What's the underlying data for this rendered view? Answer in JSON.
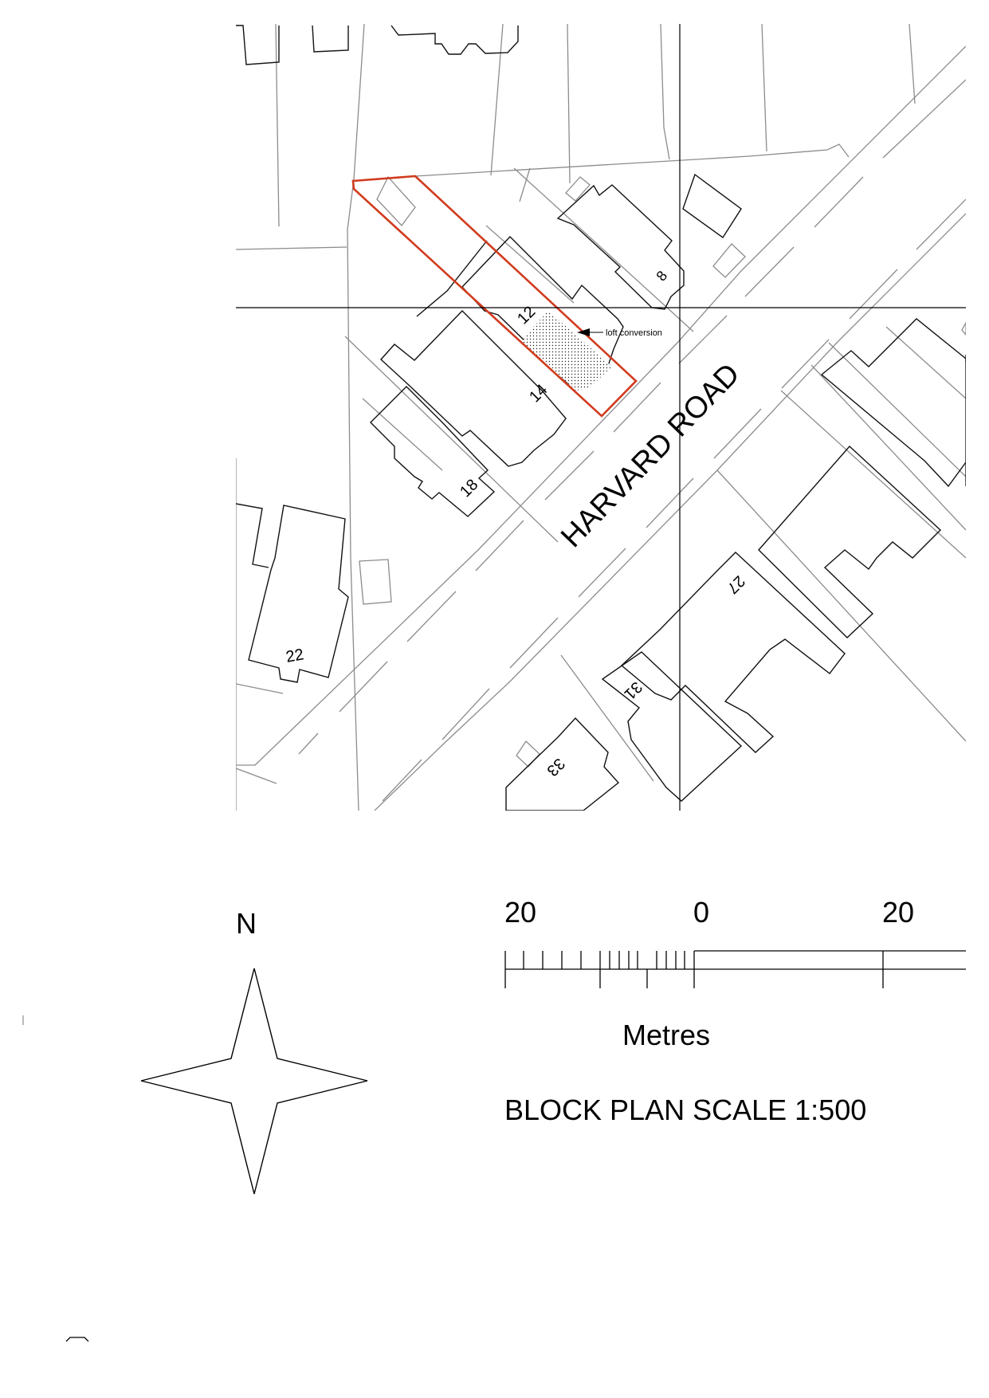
{
  "map": {
    "road_name": "HARVARD ROAD",
    "annotation": "loft conversion",
    "house_numbers": [
      "8",
      "12",
      "14",
      "18",
      "22",
      "27",
      "31",
      "33"
    ],
    "colors": {
      "site_boundary": "#d13b1e",
      "building_outline": "#111111",
      "boundary_line": "#8c8c8c"
    }
  },
  "north_arrow": {
    "label": "N"
  },
  "scale_bar": {
    "ticks": [
      "20",
      "0",
      "20"
    ],
    "unit": "Metres"
  },
  "title": "BLOCK PLAN SCALE 1:500"
}
